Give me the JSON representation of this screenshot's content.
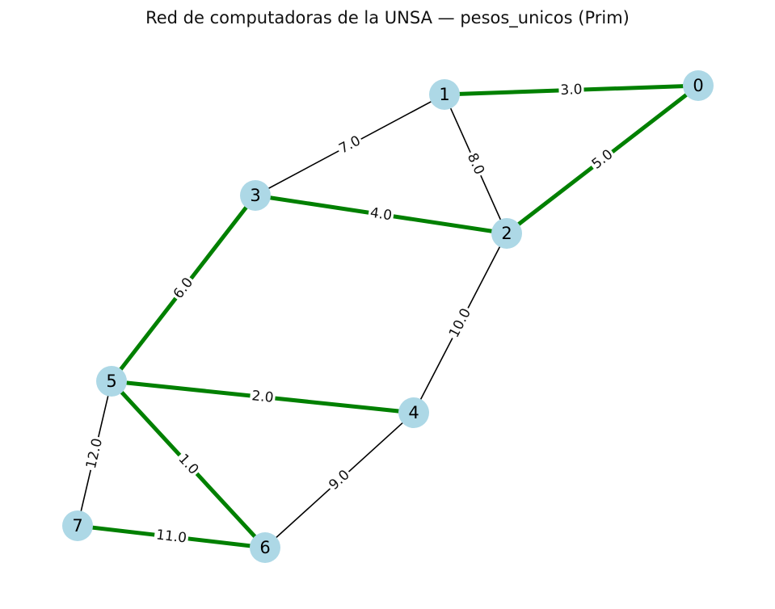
{
  "title": "Red de computadoras de la UNSA — pesos_unicos (Prim)",
  "colors": {
    "node": "#add8e6",
    "mst_edge": "#008000",
    "edge": "#000000"
  },
  "nodes": [
    {
      "id": "0"
    },
    {
      "id": "1"
    },
    {
      "id": "2"
    },
    {
      "id": "3"
    },
    {
      "id": "4"
    },
    {
      "id": "5"
    },
    {
      "id": "6"
    },
    {
      "id": "7"
    }
  ],
  "edges": [
    {
      "source": "1",
      "target": "0",
      "label": "3.0",
      "in_mst": true
    },
    {
      "source": "2",
      "target": "0",
      "label": "5.0",
      "in_mst": true
    },
    {
      "source": "3",
      "target": "1",
      "label": "7.0",
      "in_mst": false
    },
    {
      "source": "1",
      "target": "2",
      "label": "8.0",
      "in_mst": false
    },
    {
      "source": "3",
      "target": "2",
      "label": "4.0",
      "in_mst": true
    },
    {
      "source": "3",
      "target": "5",
      "label": "6.0",
      "in_mst": true
    },
    {
      "source": "4",
      "target": "2",
      "label": "10.0",
      "in_mst": false
    },
    {
      "source": "5",
      "target": "4",
      "label": "2.0",
      "in_mst": true
    },
    {
      "source": "5",
      "target": "6",
      "label": "1.0",
      "in_mst": true
    },
    {
      "source": "6",
      "target": "4",
      "label": "9.0",
      "in_mst": false
    },
    {
      "source": "5",
      "target": "7",
      "label": "12.0",
      "in_mst": false
    },
    {
      "source": "7",
      "target": "6",
      "label": "11.0",
      "in_mst": true
    }
  ]
}
